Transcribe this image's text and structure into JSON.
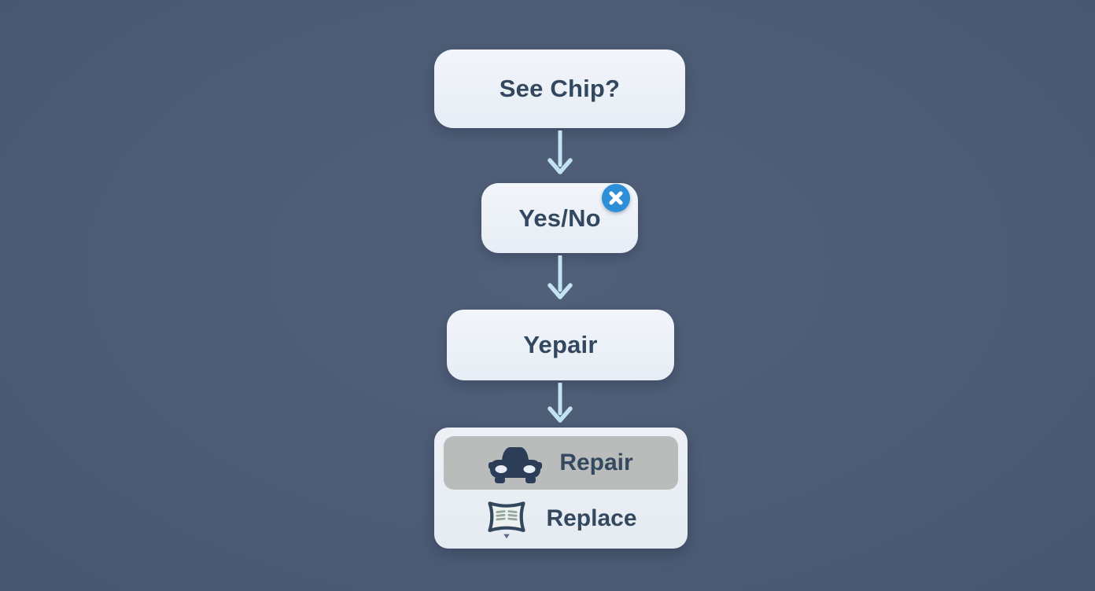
{
  "background_color": "#4d5c75",
  "flow": {
    "nodes": [
      {
        "id": "see-chip",
        "label": "See Chip?"
      },
      {
        "id": "yes-no",
        "label": "Yes/No",
        "badge": "close-x"
      },
      {
        "id": "yepair",
        "label": "Yepair"
      }
    ],
    "options": {
      "items": [
        {
          "label": "Repair",
          "icon": "car-icon",
          "selected": true
        },
        {
          "label": "Replace",
          "icon": "windshield-icon",
          "selected": false
        }
      ]
    },
    "colors": {
      "node_fill": "#ebf0f6",
      "node_text": "#33485f",
      "arrow": "#c2e4f2",
      "badge_blue": "#2e8fd8",
      "selected_row": "#b9bcba",
      "panel_fill": "#e9eef4",
      "icon_navy": "#2c3d58"
    }
  }
}
